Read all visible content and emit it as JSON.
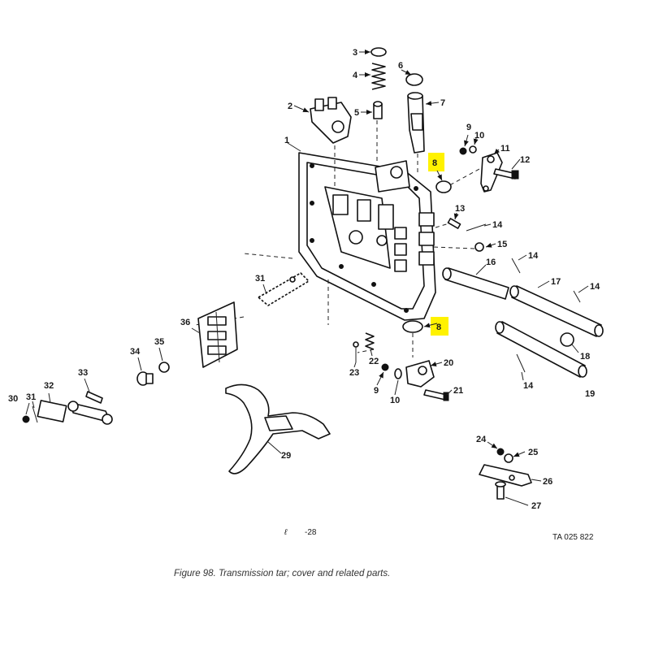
{
  "figure": {
    "caption": "Figure 98. Transmission tar; cover and related parts.",
    "ref_left": "-28",
    "ref_left_glyph": "ℓ",
    "ref_right": "TA 025 822"
  },
  "callouts": {
    "c1": "1",
    "c2": "2",
    "c3": "3",
    "c4": "4",
    "c5": "5",
    "c6": "6",
    "c7": "7",
    "c8a": "8",
    "c8b": "8",
    "c9a": "9",
    "c9b": "9",
    "c10a": "10",
    "c10b": "10",
    "c11": "11",
    "c12": "12",
    "c13": "13",
    "c14a": "14",
    "c14b": "14",
    "c14c": "14",
    "c14d": "14",
    "c15": "15",
    "c16": "16",
    "c17": "17",
    "c18": "18",
    "c19": "19",
    "c20": "20",
    "c21": "21",
    "c22": "22",
    "c23": "23",
    "c24": "24",
    "c25": "25",
    "c26": "26",
    "c27": "27",
    "c29": "29",
    "c30": "30",
    "c31a": "31",
    "c31b": "31",
    "c32": "32",
    "c33": "33",
    "c34": "34",
    "c35": "35",
    "c36": "36"
  },
  "highlight_color": "#fff200"
}
